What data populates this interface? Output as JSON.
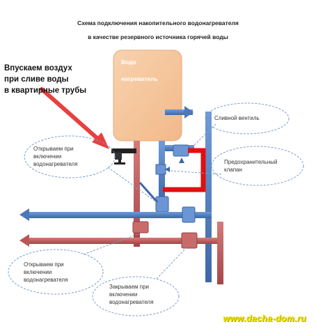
{
  "title": {
    "line1": "Схема подключения накопительного водонагревателя",
    "line2": "в качестве резервного источника горячей воды"
  },
  "heater": {
    "line1": "Водо",
    "line2": "нагреватель"
  },
  "annotation": {
    "line1": "Впускаем воздух",
    "line2": "при сливе воды",
    "line3": "в квартирные трубы"
  },
  "callouts": {
    "open_top": [
      "Открываем при",
      "включении",
      "водонагревателя"
    ],
    "drain_valve": "Сливной вентиль",
    "safety_valve": [
      "Предохранительный",
      "клапан"
    ],
    "open_bottom": [
      "Открываем при",
      "включении",
      "водонагревателя"
    ],
    "close_bottom": [
      "Закрываем при",
      "включении",
      "водонагревателя"
    ]
  },
  "watermark": "www.dacha-dom.ru",
  "colors": {
    "cold_pipe": "#4a78b8",
    "hot_pipe": "#b85555",
    "heater_fill": "#f6c9a0",
    "safety_loop": "#e01010",
    "annotation_arrow": "#e84040"
  }
}
